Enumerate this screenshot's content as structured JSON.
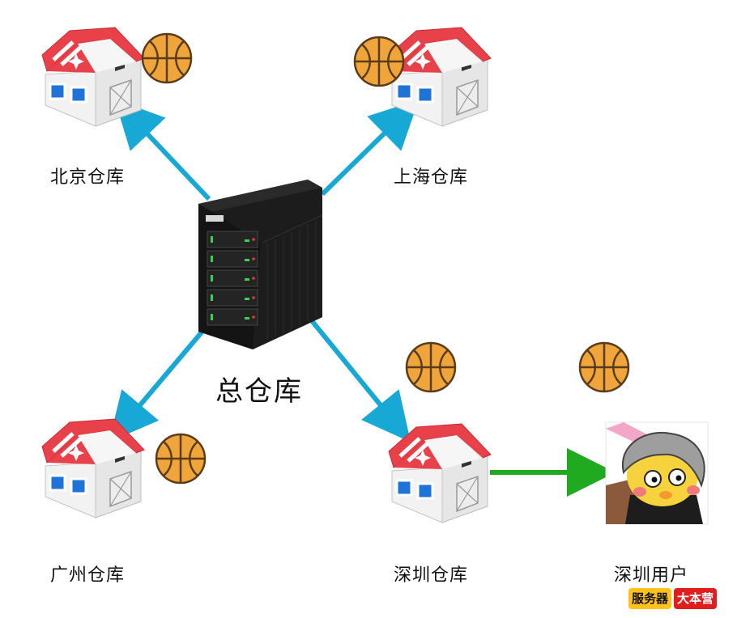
{
  "central": {
    "label": "总仓库"
  },
  "warehouses": [
    {
      "id": "beijing",
      "label": "北京仓库"
    },
    {
      "id": "shanghai",
      "label": "上海仓库"
    },
    {
      "id": "guangzhou",
      "label": "广州仓库"
    },
    {
      "id": "shenzhen",
      "label": "深圳仓库"
    }
  ],
  "user": {
    "label": "深圳用户"
  },
  "watermark": {
    "part1": "服务器",
    "part2": "大本营"
  },
  "colors": {
    "distribution_arrow": "#17a8d6",
    "delivery_arrow": "#1faa1f",
    "basketball": "#f0a53a",
    "roof_red": "#e8414a",
    "window_blue": "#1e73d8"
  }
}
